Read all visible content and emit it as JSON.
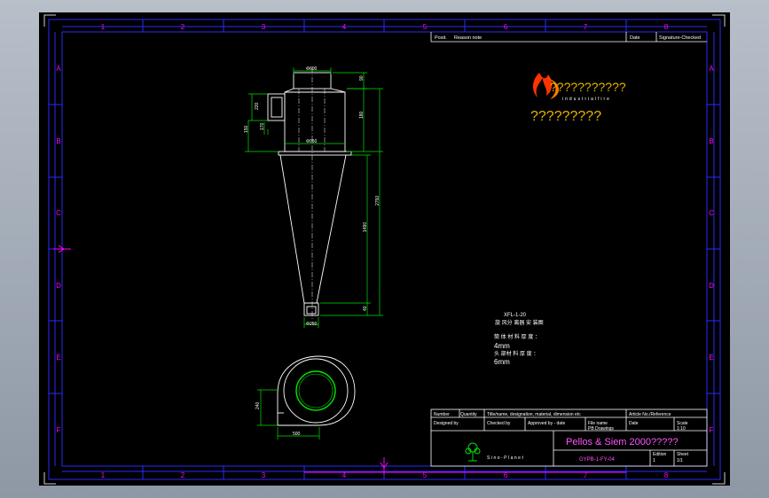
{
  "frame": {
    "columns": [
      "1",
      "2",
      "3",
      "4",
      "5",
      "6",
      "7",
      "8"
    ],
    "rows": [
      "A",
      "B",
      "C",
      "D",
      "E",
      "F"
    ]
  },
  "revision_table": {
    "position": "Posit.",
    "reason": "Reason note",
    "date": "Date",
    "signature": "Signature-Checked"
  },
  "logo": {
    "title": "???????????",
    "sub": "industrialfire",
    "subtitle": "?????????"
  },
  "dimensions": {
    "top_width": "Φ600",
    "top_height": "90",
    "inlet_height": "150",
    "body_height": "180",
    "inlet_box": "220",
    "inlet_offset": "170",
    "mid_width": "Φ960",
    "total_height": "2750",
    "cone_height": "1490",
    "outlet_height": "40",
    "outlet_width": "Φ250",
    "plan_height": "240",
    "plan_width": "500"
  },
  "notes": {
    "model": "XFL-1-20",
    "name": "旋 风分 离器 安 装图",
    "line1": "筒 体 材 料 厚 度 ：",
    "val1": "4mm",
    "line2": "头 部材 料 厚 度 ：",
    "val2": "6mm"
  },
  "title_block": {
    "number": "Number",
    "quantity": "Quantity",
    "designation": "Title/name, designation, material, dimension etc",
    "article": "Article No./Reference",
    "designed_by": "Designed by",
    "checked_by": "Checked by",
    "approved_by": "Approved by - date",
    "filename": "File name",
    "filename_value": "PB Drawings",
    "date": "Date",
    "scale": "Scale",
    "scale_value": "1:10",
    "company": "Sino-Planet",
    "title": "Pellos & Siem 2000?????",
    "code": "GYPB-1-FY-04",
    "edition": "Edition",
    "edition_value": "1",
    "sheet": "Sheet",
    "sheet_value": "1/1"
  },
  "colors": {
    "border": "#2a2aff",
    "label": "#ff00ff",
    "dim": "#00e000",
    "line": "#ffffff",
    "title": "#ff55ff",
    "logo_text": "#e8b400"
  }
}
